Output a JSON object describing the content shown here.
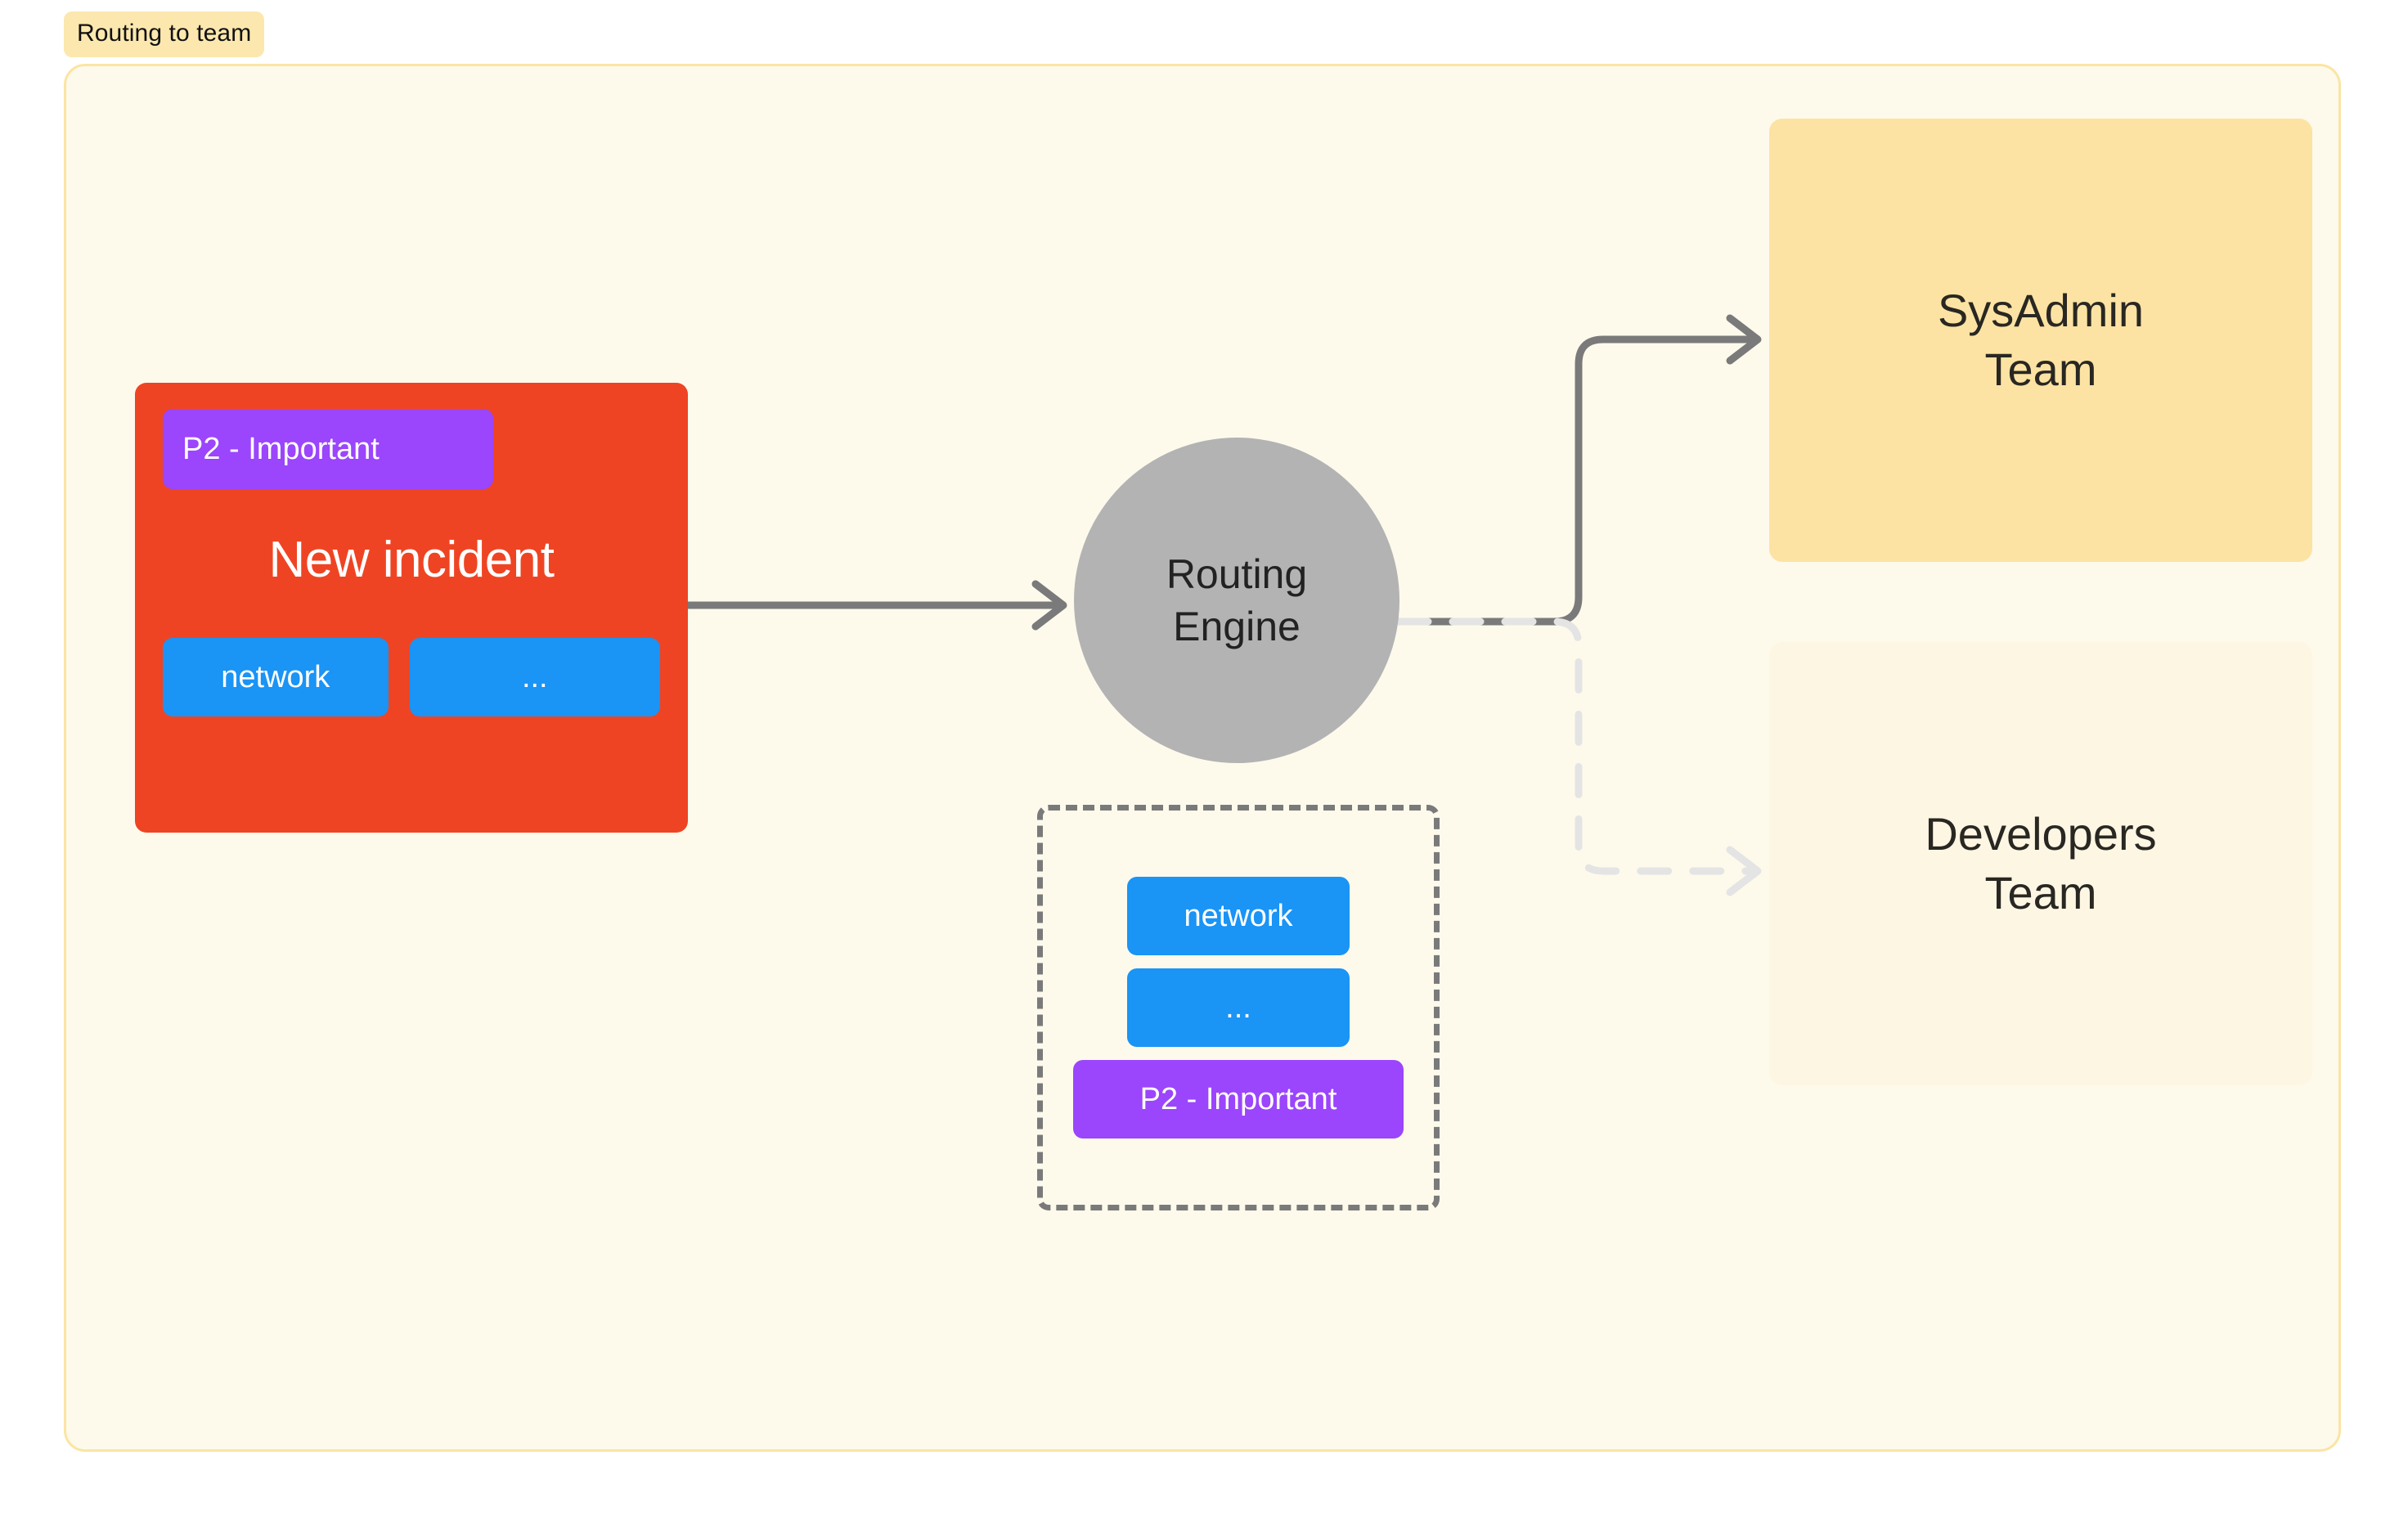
{
  "caption": {
    "label": "Routing to team"
  },
  "colors": {
    "page_background": "#ffffff",
    "frame_background": "#fdfaec",
    "frame_border": "#fbe4a4",
    "caption_background": "#fce8ae",
    "incident_red": "#ef4423",
    "priority_purple": "#9b45fc",
    "tag_blue": "#1a94f5",
    "engine_gray": "#b3b3b3",
    "dashed_border_gray": "#7a7a7a",
    "team_active_amber": "#fce3a3",
    "team_inactive_cream": "#fdf6e3",
    "connector_active": "#7a7a7a",
    "connector_inactive": "#e4e4e4"
  },
  "incident_card": {
    "priority_badge": "P2 - Important",
    "title": "New incident",
    "tags": [
      {
        "label": "network"
      },
      {
        "label": "..."
      }
    ]
  },
  "routing_engine": {
    "line1": "Routing",
    "line2": "Engine"
  },
  "extracted_attributes": {
    "items": [
      {
        "label": "network",
        "kind": "tag"
      },
      {
        "label": "...",
        "kind": "tag"
      },
      {
        "label": "P2 - Important",
        "kind": "priority"
      }
    ]
  },
  "teams": [
    {
      "line1": "SysAdmin",
      "line2": "Team",
      "state": "selected"
    },
    {
      "line1": "Developers",
      "line2": "Team",
      "state": "not-selected"
    }
  ],
  "connectors": [
    {
      "name": "incident-to-engine",
      "style": "solid"
    },
    {
      "name": "engine-to-sysadmin",
      "style": "solid"
    },
    {
      "name": "engine-to-developers",
      "style": "dashed"
    }
  ]
}
